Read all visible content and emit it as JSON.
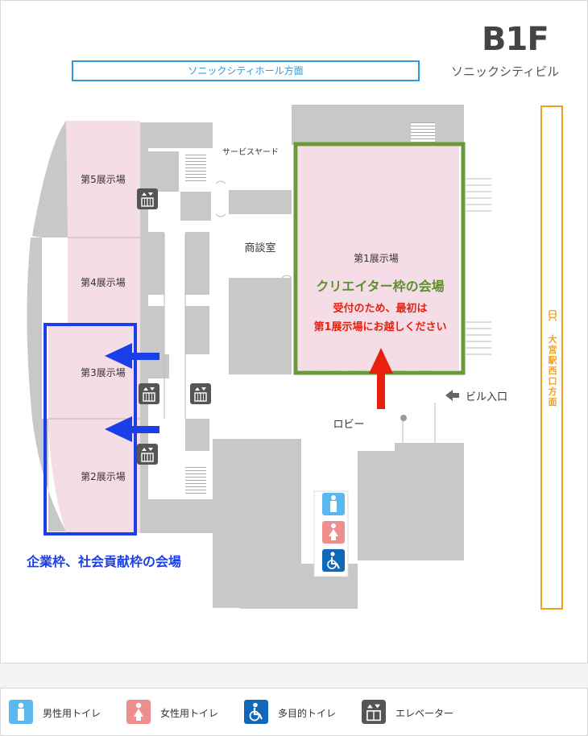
{
  "floor": {
    "title": "B1F",
    "building": "ソニックシティビル"
  },
  "directions": {
    "hall": "ソニックシティホール方面",
    "station": "大宮駅西口方面",
    "entrance": "ビル入口"
  },
  "rooms": {
    "hall1": "第1展示場",
    "hall2": "第2展示場",
    "hall3": "第3展示場",
    "hall4": "第4展示場",
    "hall5": "第5展示場",
    "meeting": "商談室",
    "service": "サービスヤード",
    "lobby": "ロビー"
  },
  "callouts": {
    "creator_title": "クリエイター枠の会場",
    "creator_note_1": "受付のため、最初は",
    "creator_note_2": "第1展示場にお越しください",
    "corporate": "企業枠、社会貢献枠の会場"
  },
  "legend": {
    "male": "男性用トイレ",
    "female": "女性用トイレ",
    "multi": "多目的トイレ",
    "elevator": "エレベーター"
  },
  "colors": {
    "wall": "#c8c8c8",
    "hall_fill": "#f5dde8",
    "creator": "#6a9a3a",
    "corporate": "#1a3ee8",
    "arrow_red": "#e8200c",
    "male": "#5bb8ef",
    "female": "#ef8e8e",
    "multi": "#1168b8",
    "elevator": "#555555",
    "station": "#f0a020",
    "hall_dir": "#2d9bd8"
  }
}
